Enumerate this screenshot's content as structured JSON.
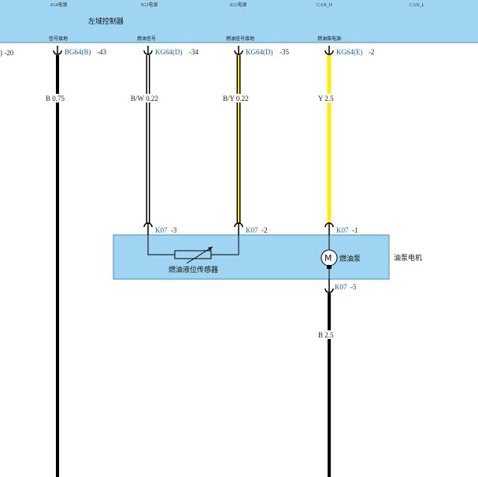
{
  "colors": {
    "box_fill": "#9fd5f2",
    "box_stroke": "#4a8fb8",
    "wire_black": "#000000",
    "wire_yellow": "#ffee00",
    "wire_white": "#ffffff",
    "pin_blue": "#1a5fa8"
  },
  "controller": {
    "title": "左域控制器",
    "top_labels": [
      "IG4电源",
      "IG3电源",
      "IG1电源",
      "CAN_H",
      "CAN_L"
    ],
    "sub_labels": [
      "信号接地",
      "燃油信号",
      "燃油信号接地",
      "燃油泵电源"
    ],
    "left_partial": ") -20"
  },
  "connectors": [
    {
      "name": "BG64(B)",
      "pin": "-43"
    },
    {
      "name": "KG64(D)",
      "pin": "-34"
    },
    {
      "name": "KG64(D)",
      "pin": "-35"
    },
    {
      "name": "KG64(E)",
      "pin": "-2"
    }
  ],
  "wires": [
    {
      "label": "B 0.75"
    },
    {
      "label": "B/W 0.22"
    },
    {
      "label": "B/Y 0.22"
    },
    {
      "label": "Y 2.5"
    },
    {
      "label": "B 2.5"
    }
  ],
  "module": {
    "name": "油泵电机",
    "sensor_label": "燃油液位传感器",
    "pump_label": "燃油泵",
    "motor_symbol": "M",
    "pins": [
      {
        "name": "K07",
        "pin": "-3"
      },
      {
        "name": "K07",
        "pin": "-2"
      },
      {
        "name": "K07",
        "pin": "-1"
      },
      {
        "name": "K07",
        "pin": "-5"
      }
    ]
  }
}
